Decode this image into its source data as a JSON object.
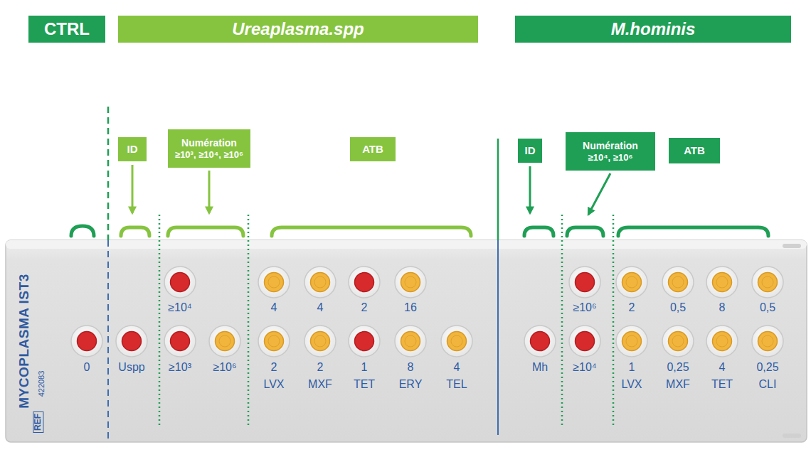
{
  "diagram": {
    "nodes": [
      {
        "text": [
          "CTRL"
        ]
      },
      {
        "text": [
          "Ureaplasma.spp"
        ]
      },
      {
        "text": [
          "M.hominis"
        ]
      },
      {
        "text": [
          "ID"
        ]
      },
      {
        "text": [
          "Numération",
          "≥10³, ≥10⁴, ≥10⁶"
        ]
      },
      {
        "text": [
          "ATB"
        ]
      },
      {
        "text": [
          "ID"
        ]
      },
      {
        "text": [
          "Numération",
          "≥10⁴, ≥10⁶"
        ]
      },
      {
        "text": [
          "ATB"
        ]
      }
    ],
    "labels": [
      "MYCOPLASMA IST3",
      "REF",
      "422083",
      "≥10⁴",
      "4",
      "4",
      "2",
      "16",
      "≥10⁶",
      "2",
      "0,5",
      "8",
      "0,5",
      "0",
      "Uspp",
      "≥10³",
      "≥10⁶",
      "2",
      "LVX",
      "2",
      "MXF",
      "1",
      "TET",
      "8",
      "ERY",
      "4",
      "TEL",
      "Mh",
      "≥10⁴",
      "1",
      "LVX",
      "0,25",
      "MXF",
      "4",
      "TET",
      "0,25",
      "CLI"
    ]
  }
}
